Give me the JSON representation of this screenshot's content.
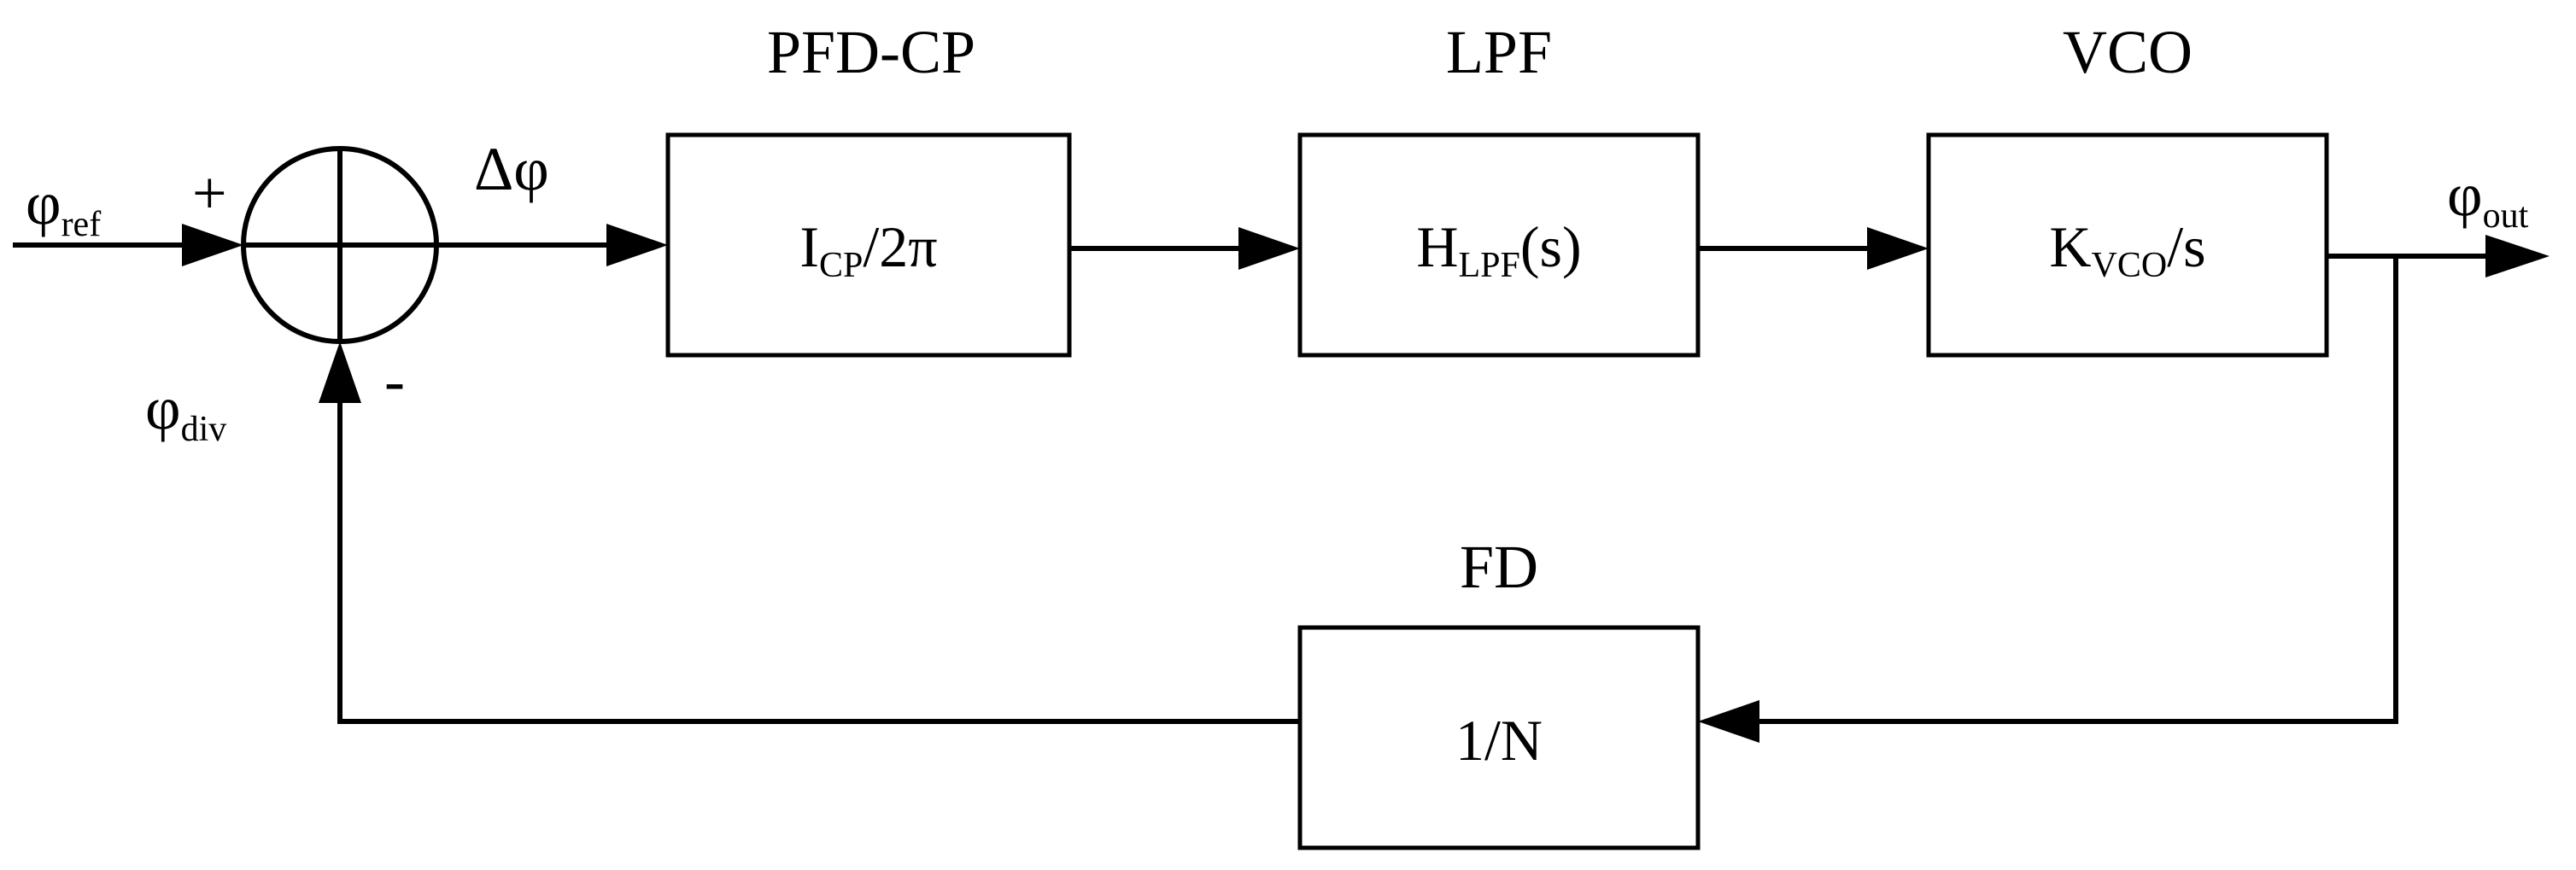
{
  "blocks": {
    "pfdcp": {
      "title": "PFD-CP",
      "main": "I",
      "sub": "CP",
      "tail": "/2π"
    },
    "lpf": {
      "title": "LPF",
      "main": "H",
      "sub": "LPF",
      "tail": "(s)"
    },
    "vco": {
      "title": "VCO",
      "main": "K",
      "sub": "VCO",
      "tail": "/s"
    },
    "fd": {
      "title": "FD",
      "text": "1/N"
    }
  },
  "signals": {
    "ref": {
      "main": "φ",
      "sub": "ref"
    },
    "div": {
      "main": "φ",
      "sub": "div"
    },
    "out": {
      "main": "φ",
      "sub": "out"
    },
    "error": "Δφ"
  },
  "summing": {
    "plus": "+",
    "minus": "-"
  }
}
